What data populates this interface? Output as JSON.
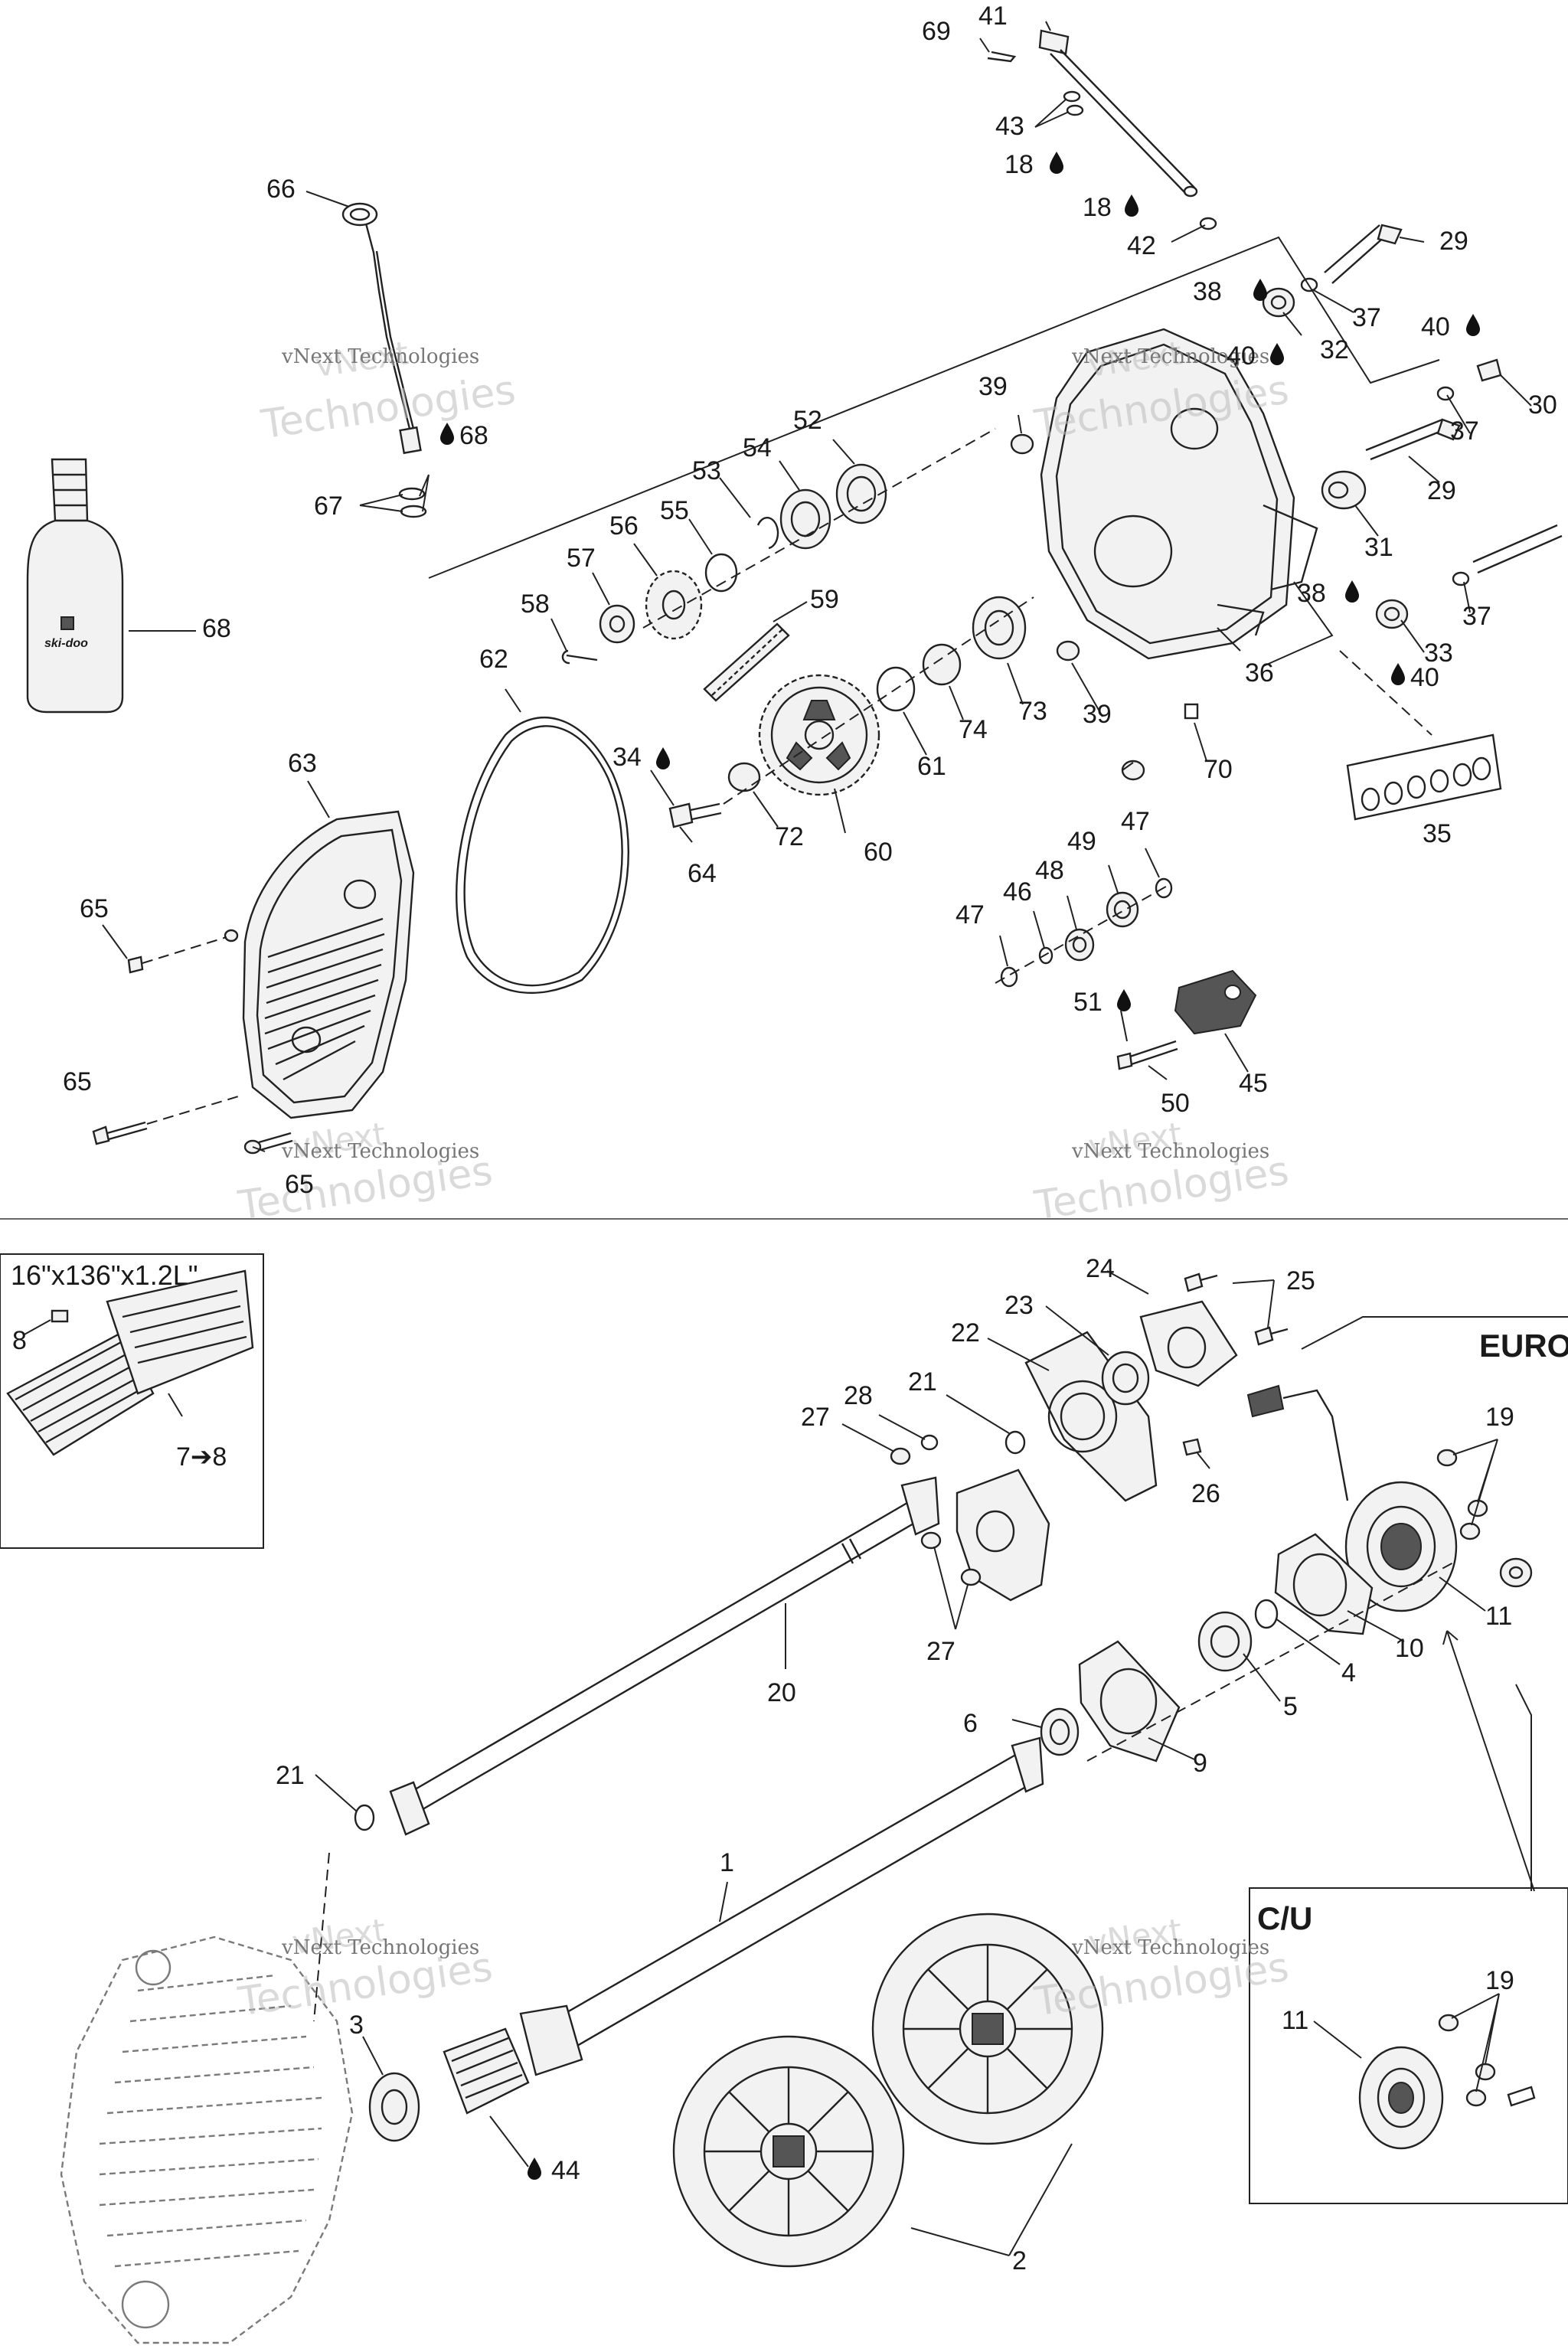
{
  "diagram": {
    "watermark_small": "vNext Technologies",
    "watermark_large": "Technologies",
    "watermark_large_prefix": "vNext",
    "belt_spec": "16\"x136\"x1.2L\"",
    "region_label_euro": "EURO",
    "region_label_cu": "C/U",
    "labels": {
      "l69": "69",
      "l41": "41",
      "l43": "43",
      "l18a": "18",
      "l18b": "18",
      "l42": "42",
      "l29a": "29",
      "l29b": "29",
      "l38a": "38",
      "l38b": "38",
      "l37a": "37",
      "l37b": "37",
      "l37c": "37",
      "l40a": "40",
      "l40b": "40",
      "l40c": "40",
      "l32": "32",
      "l30": "30",
      "l31": "31",
      "l33": "33",
      "l35": "35",
      "l36": "36",
      "l39a": "39",
      "l39b": "39",
      "l70": "70",
      "l66": "66",
      "l67": "67",
      "l68a": "68",
      "l68b": "68",
      "l52": "52",
      "l53": "53",
      "l54": "54",
      "l55": "55",
      "l56": "56",
      "l57": "57",
      "l58": "58",
      "l59": "59",
      "l60": "60",
      "l61": "61",
      "l62": "62",
      "l63": "63",
      "l64": "64",
      "l65a": "65",
      "l65b": "65",
      "l65c": "65",
      "l72": "72",
      "l73": "73",
      "l74": "74",
      "l34": "34",
      "l45": "45",
      "l46": "46",
      "l47a": "47",
      "l47b": "47",
      "l48": "48",
      "l49": "49",
      "l50": "50",
      "l51": "51",
      "l8": "8",
      "l78": "7➔8",
      "l24": "24",
      "l25": "25",
      "l23": "23",
      "l22": "22",
      "l21a": "21",
      "l21b": "21",
      "l28": "28",
      "l27a": "27",
      "l27b": "27",
      "l26": "26",
      "l20": "20",
      "l19a": "19",
      "l19b": "19",
      "l11a": "11",
      "l11b": "11",
      "l10": "10",
      "l4": "4",
      "l5": "5",
      "l6": "6",
      "l9": "9",
      "l1": "1",
      "l2": "2",
      "l3": "3",
      "l44": "44"
    }
  }
}
